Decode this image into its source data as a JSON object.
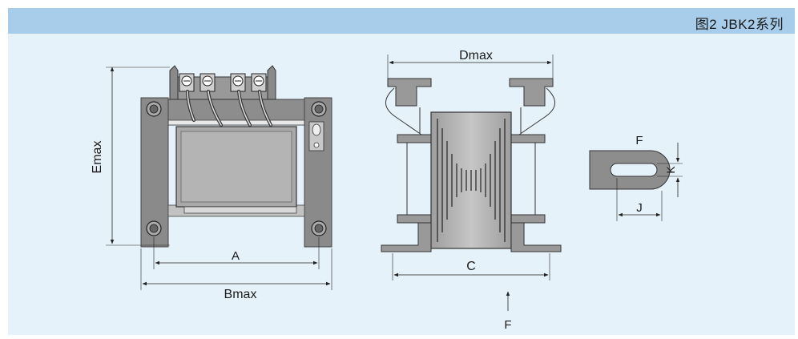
{
  "header": {
    "title": "图2 JBK2系列",
    "background": "#a8cdea"
  },
  "panel": {
    "background": "#e6f2f9"
  },
  "labels": {
    "e_max": "Emax",
    "a": "A",
    "b_max": "Bmax",
    "d_max": "Dmax",
    "c": "C",
    "f_arrow": "F",
    "f_slot": "F",
    "k": "K",
    "j": "J"
  },
  "colors": {
    "frame": "#8a8a8a",
    "frame_dark": "#555555",
    "coil": "#b3b3b3",
    "line": "#222222"
  }
}
